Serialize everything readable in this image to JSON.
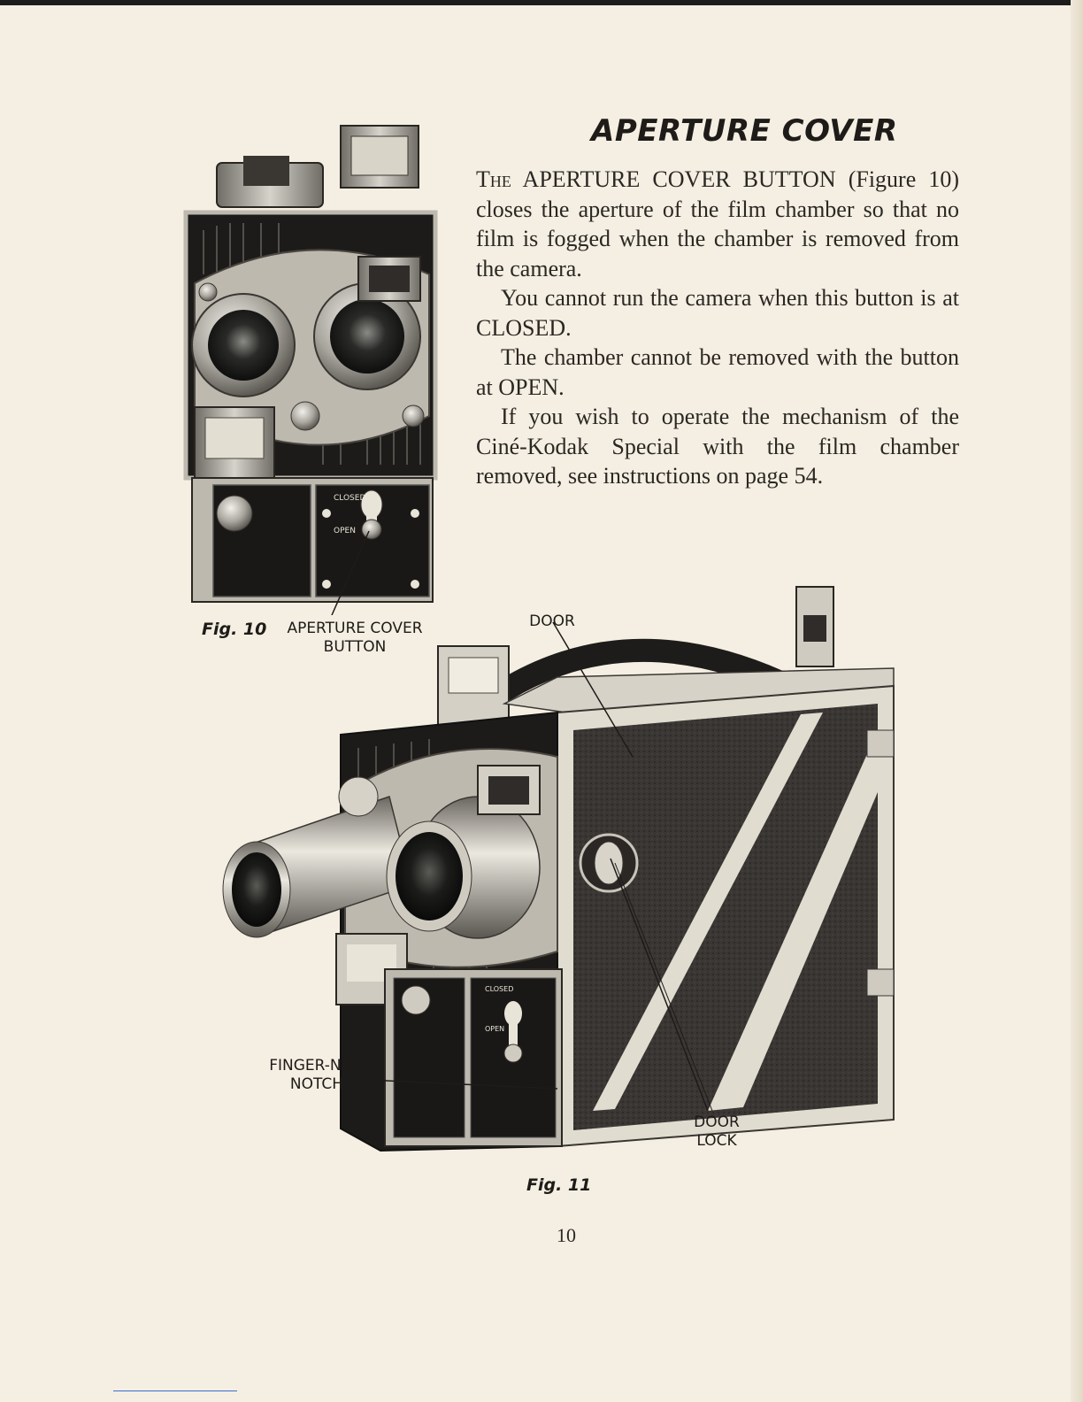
{
  "heading": "APERTURE COVER",
  "paragraphs": {
    "p1_lead": "The",
    "p1_rest": " APERTURE COVER BUTTON (Figure 10) closes the aperture of the film chamber so that no film is fogged when the chamber is removed from the camera.",
    "p2": "You cannot run the camera when this button is at CLOSED.",
    "p3": "The chamber cannot be removed with the button at OPEN.",
    "p4": "If you wish to operate the mechanism of the Ciné-Kodak Special with the film chamber removed, see instructions on page 54."
  },
  "figure_10": {
    "label": "Fig. 10",
    "callout_line1": "APERTURE COVER",
    "callout_line2": "BUTTON",
    "plate_closed": "CLOSED",
    "plate_open": "OPEN"
  },
  "figure_11": {
    "label": "Fig. 11",
    "callout_door": "DOOR",
    "callout_door_lock_line1": "DOOR",
    "callout_door_lock_line2": "LOCK",
    "callout_fingernail_line1": "FINGER-NAIL",
    "callout_fingernail_line2": "NOTCH",
    "plate_closed": "CLOSED",
    "plate_open": "OPEN"
  },
  "page_number": "10"
}
